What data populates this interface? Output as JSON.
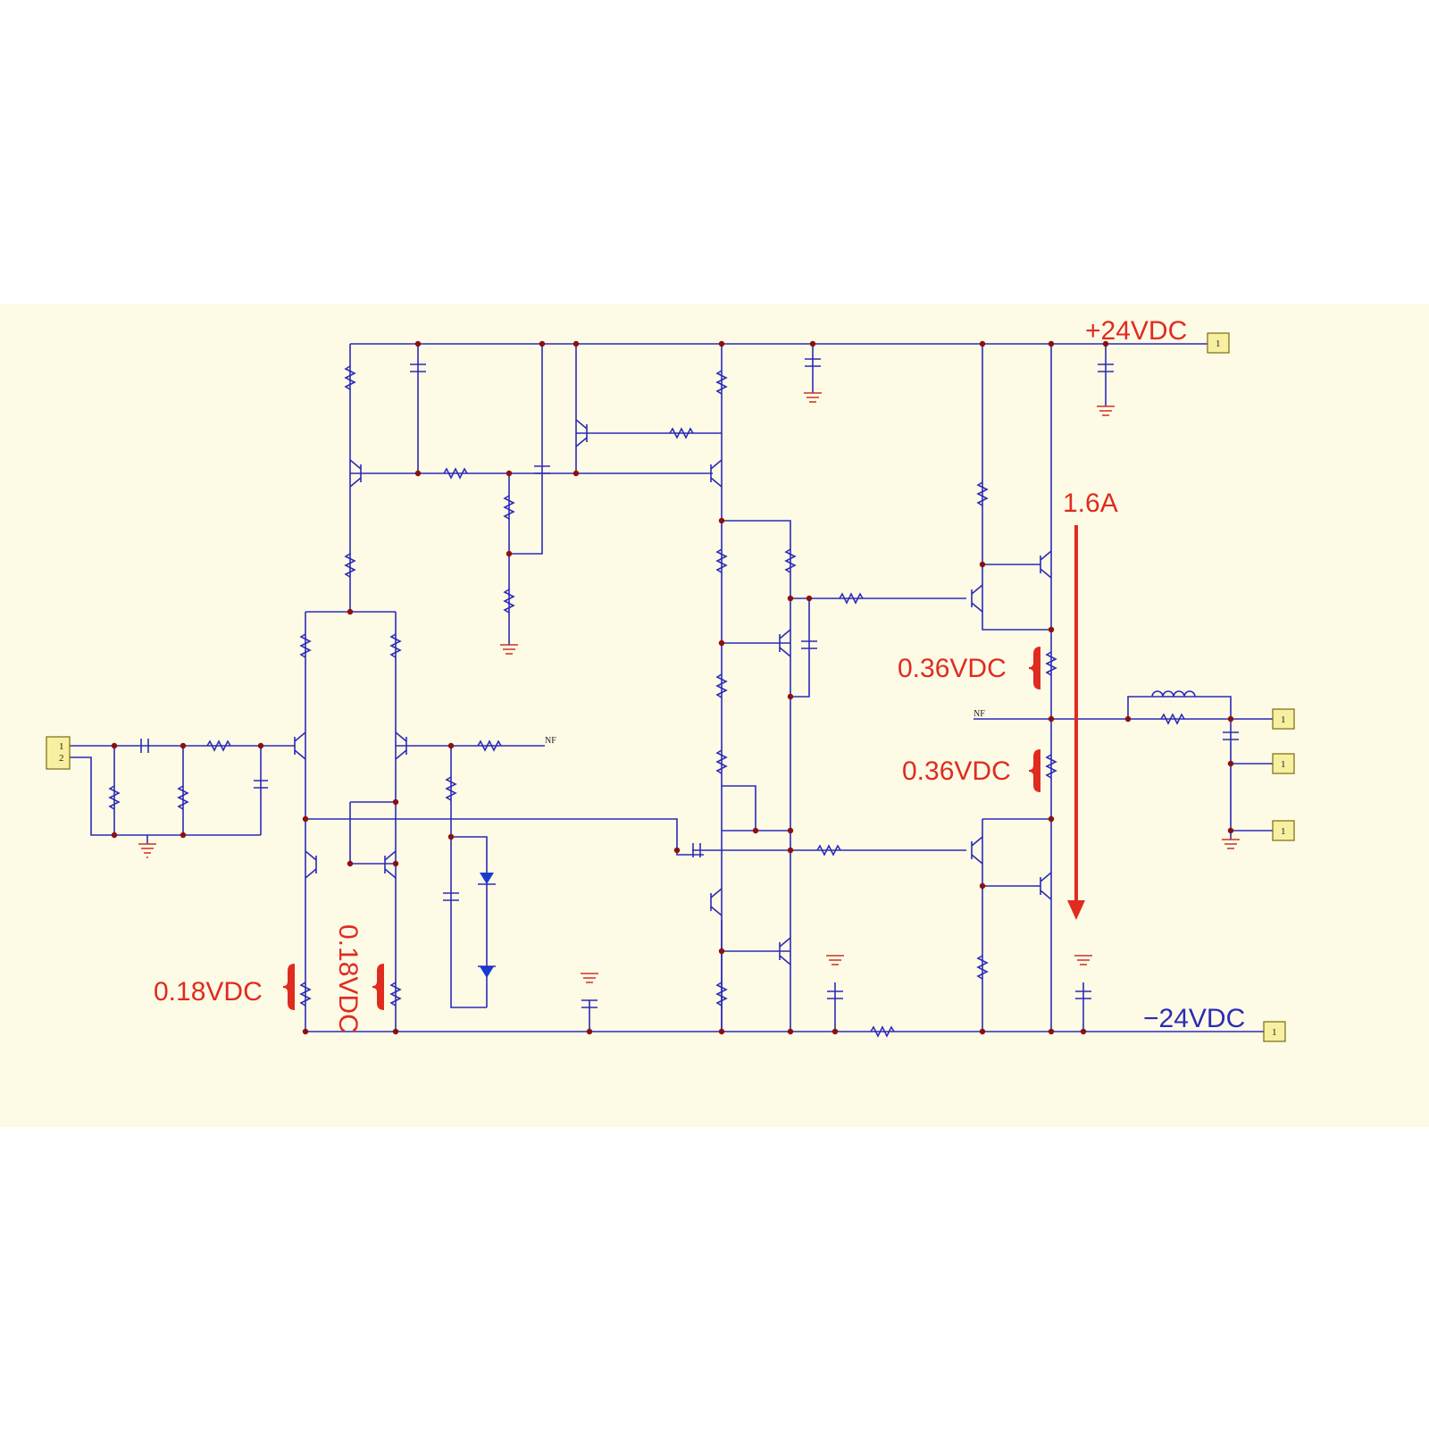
{
  "colors": {
    "panel_background": "#fdfbe6",
    "wire": "#2b2bb8",
    "annotation": "#e02b1f",
    "ground": "#cc3322",
    "junction": "#8b1010",
    "connector_fill": "#f7f0a0"
  },
  "annotations": {
    "vplus": "+24VDC",
    "vminus": "−24VDC",
    "current": "1.6A",
    "emitter_top": "0.36VDC",
    "emitter_bottom": "0.36VDC",
    "tail_left": "0.18VDC",
    "tail_right": "0.18VDC"
  },
  "net_labels": {
    "nf_input": "NF",
    "nf_output": "NF"
  },
  "connectors": {
    "input_pin1": "1",
    "input_pin2": "2",
    "vplus_pin": "1",
    "vminus_pin": "1",
    "out1_pin": "1",
    "out2_pin": "1",
    "out3_pin": "1"
  }
}
